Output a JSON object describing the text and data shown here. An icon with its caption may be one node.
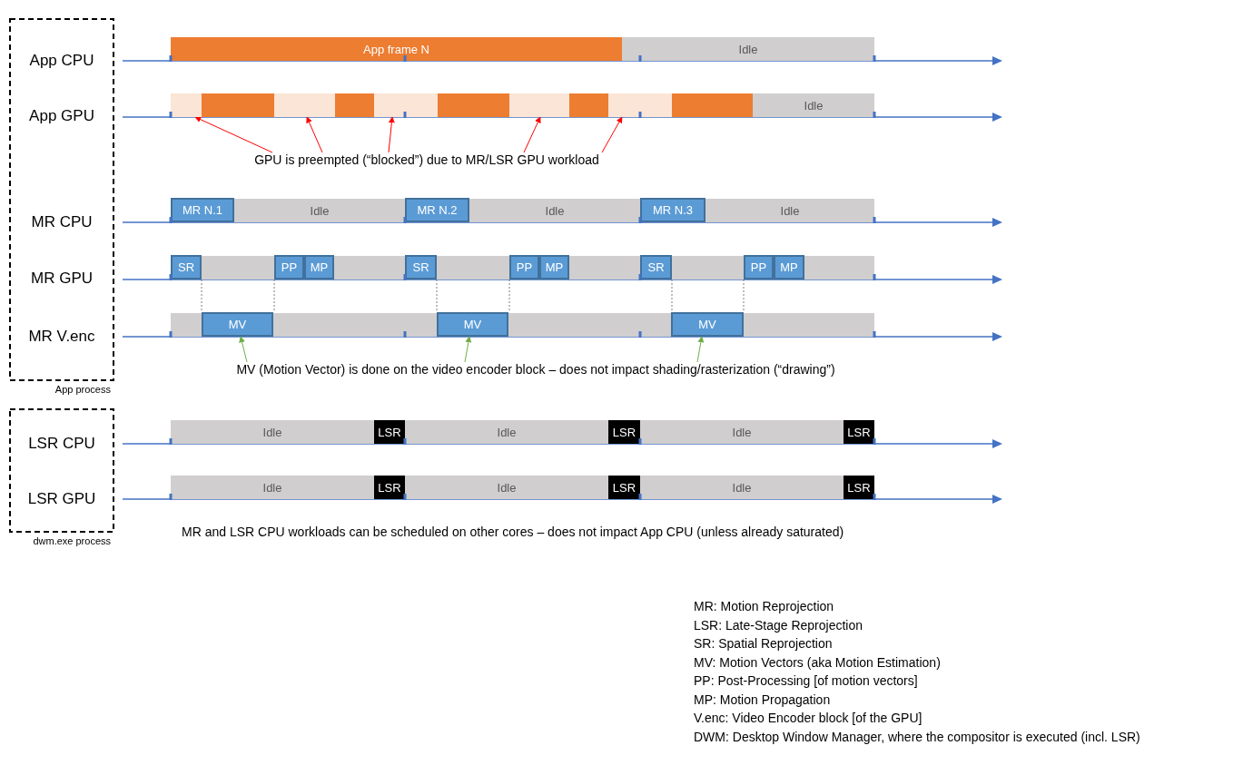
{
  "diagram": {
    "nodes": [
      {
        "text": [
          "App process"
        ]
      },
      {
        "text": [
          "App CPU"
        ],
        "in": 0
      },
      {
        "text": [
          "App GPU"
        ],
        "in": 0
      },
      {
        "text": [
          "MR CPU"
        ],
        "in": 0
      },
      {
        "text": [
          "MR GPU"
        ],
        "in": 0
      },
      {
        "text": [
          "MR V.enc"
        ],
        "in": 0
      },
      {
        "text": [
          "dwm.exe process"
        ]
      },
      {
        "text": [
          "LSR CPU"
        ],
        "in": 6
      },
      {
        "text": [
          "LSR GPU"
        ],
        "in": 6
      },
      {
        "text": [
          "App frame N"
        ]
      },
      {
        "text": [
          "Idle"
        ]
      },
      {
        "text": [],
        "shape": "bar"
      },
      {
        "text": [],
        "shape": "bar"
      },
      {
        "text": [],
        "shape": "bar"
      },
      {
        "text": [],
        "shape": "bar"
      },
      {
        "text": [],
        "shape": "bar"
      },
      {
        "text": [],
        "shape": "bar"
      },
      {
        "text": [],
        "shape": "bar"
      },
      {
        "text": [],
        "shape": "bar"
      },
      {
        "text": [],
        "shape": "bar"
      },
      {
        "text": [],
        "shape": "bar"
      },
      {
        "text": [
          "Idle"
        ]
      },
      {
        "text": [
          "MR N.1"
        ]
      },
      {
        "text": [
          "Idle"
        ]
      },
      {
        "text": [
          "MR N.2"
        ]
      },
      {
        "text": [
          "Idle"
        ]
      },
      {
        "text": [
          "MR N.3"
        ]
      },
      {
        "text": [
          "Idle"
        ]
      },
      {
        "text": [
          "SR"
        ]
      },
      {
        "text": [],
        "shape": "bar"
      },
      {
        "text": [
          "PP"
        ]
      },
      {
        "text": [
          "MP"
        ]
      },
      {
        "text": [],
        "shape": "bar"
      },
      {
        "text": [
          "SR"
        ]
      },
      {
        "text": [],
        "shape": "bar"
      },
      {
        "text": [
          "PP"
        ]
      },
      {
        "text": [
          "MP"
        ]
      },
      {
        "text": [],
        "shape": "bar"
      },
      {
        "text": [
          "SR"
        ]
      },
      {
        "text": [],
        "shape": "bar"
      },
      {
        "text": [
          "PP"
        ]
      },
      {
        "text": [
          "MP"
        ]
      },
      {
        "text": [],
        "shape": "bar"
      },
      {
        "text": [],
        "shape": "bar"
      },
      {
        "text": [
          "MV"
        ]
      },
      {
        "text": [],
        "shape": "bar"
      },
      {
        "text": [],
        "shape": "bar"
      },
      {
        "text": [
          "MV"
        ]
      },
      {
        "text": [],
        "shape": "bar"
      },
      {
        "text": [],
        "shape": "bar"
      },
      {
        "text": [
          "MV"
        ]
      },
      {
        "text": [],
        "shape": "bar"
      },
      {
        "text": [
          "Idle"
        ]
      },
      {
        "text": [
          "LSR"
        ]
      },
      {
        "text": [
          "Idle"
        ]
      },
      {
        "text": [
          "LSR"
        ]
      },
      {
        "text": [
          "Idle"
        ]
      },
      {
        "text": [
          "LSR"
        ]
      },
      {
        "text": [
          "Idle"
        ]
      },
      {
        "text": [
          "LSR"
        ]
      },
      {
        "text": [
          "Idle"
        ]
      },
      {
        "text": [
          "LSR"
        ]
      },
      {
        "text": [
          "Idle"
        ]
      },
      {
        "text": [
          "LSR"
        ]
      },
      {
        "text": [
          "GPU is preempted (“blocked”) due to MR/LSR GPU workload"
        ]
      },
      {
        "text": [
          "MV (Motion Vector) is done on the video encoder block – does not impact shading/rasterization (“drawing”)"
        ]
      }
    ],
    "edges": [
      {
        "from": 64,
        "to": 11,
        "arrow": "to",
        "color": "#ff0000"
      },
      {
        "from": 64,
        "to": 13,
        "arrow": "to",
        "color": "#ff0000"
      },
      {
        "from": 64,
        "to": 15,
        "arrow": "to",
        "color": "#ff0000"
      },
      {
        "from": 64,
        "to": 17,
        "arrow": "to",
        "color": "#ff0000"
      },
      {
        "from": 64,
        "to": 19,
        "arrow": "to",
        "color": "#ff0000"
      },
      {
        "from": 65,
        "to": 44,
        "arrow": "to",
        "color": "#70ad47"
      },
      {
        "from": 65,
        "to": 47,
        "arrow": "to",
        "color": "#70ad47"
      },
      {
        "from": 65,
        "to": 50,
        "arrow": "to",
        "color": "#70ad47"
      },
      {
        "from": 28,
        "to": 44,
        "arrow": "none",
        "style": "dashed",
        "color": "#7f7f7f"
      },
      {
        "from": 30,
        "to": 44,
        "arrow": "none",
        "style": "dashed",
        "color": "#7f7f7f"
      },
      {
        "from": 33,
        "to": 47,
        "arrow": "none",
        "style": "dashed",
        "color": "#7f7f7f"
      },
      {
        "from": 35,
        "to": 47,
        "arrow": "none",
        "style": "dashed",
        "color": "#7f7f7f"
      },
      {
        "from": 38,
        "to": 50,
        "arrow": "none",
        "style": "dashed",
        "color": "#7f7f7f"
      },
      {
        "from": 40,
        "to": 50,
        "arrow": "none",
        "style": "dashed",
        "color": "#7f7f7f"
      }
    ],
    "labels": [
      "MR and LSR CPU workloads can be scheduled on other cores – does not impact App CPU (unless already saturated)",
      "MR: Motion Reprojection",
      "LSR: Late-Stage Reprojection",
      "SR: Spatial Reprojection",
      "MV: Motion Vectors (aka Motion Estimation)",
      "PP: Post-Processing [of motion vectors]",
      "MP: Motion Propagation",
      "V.enc: Video Encoder block [of the GPU]",
      "DWM: Desktop Window Manager, where the compositor is executed (incl. LSR)"
    ]
  }
}
